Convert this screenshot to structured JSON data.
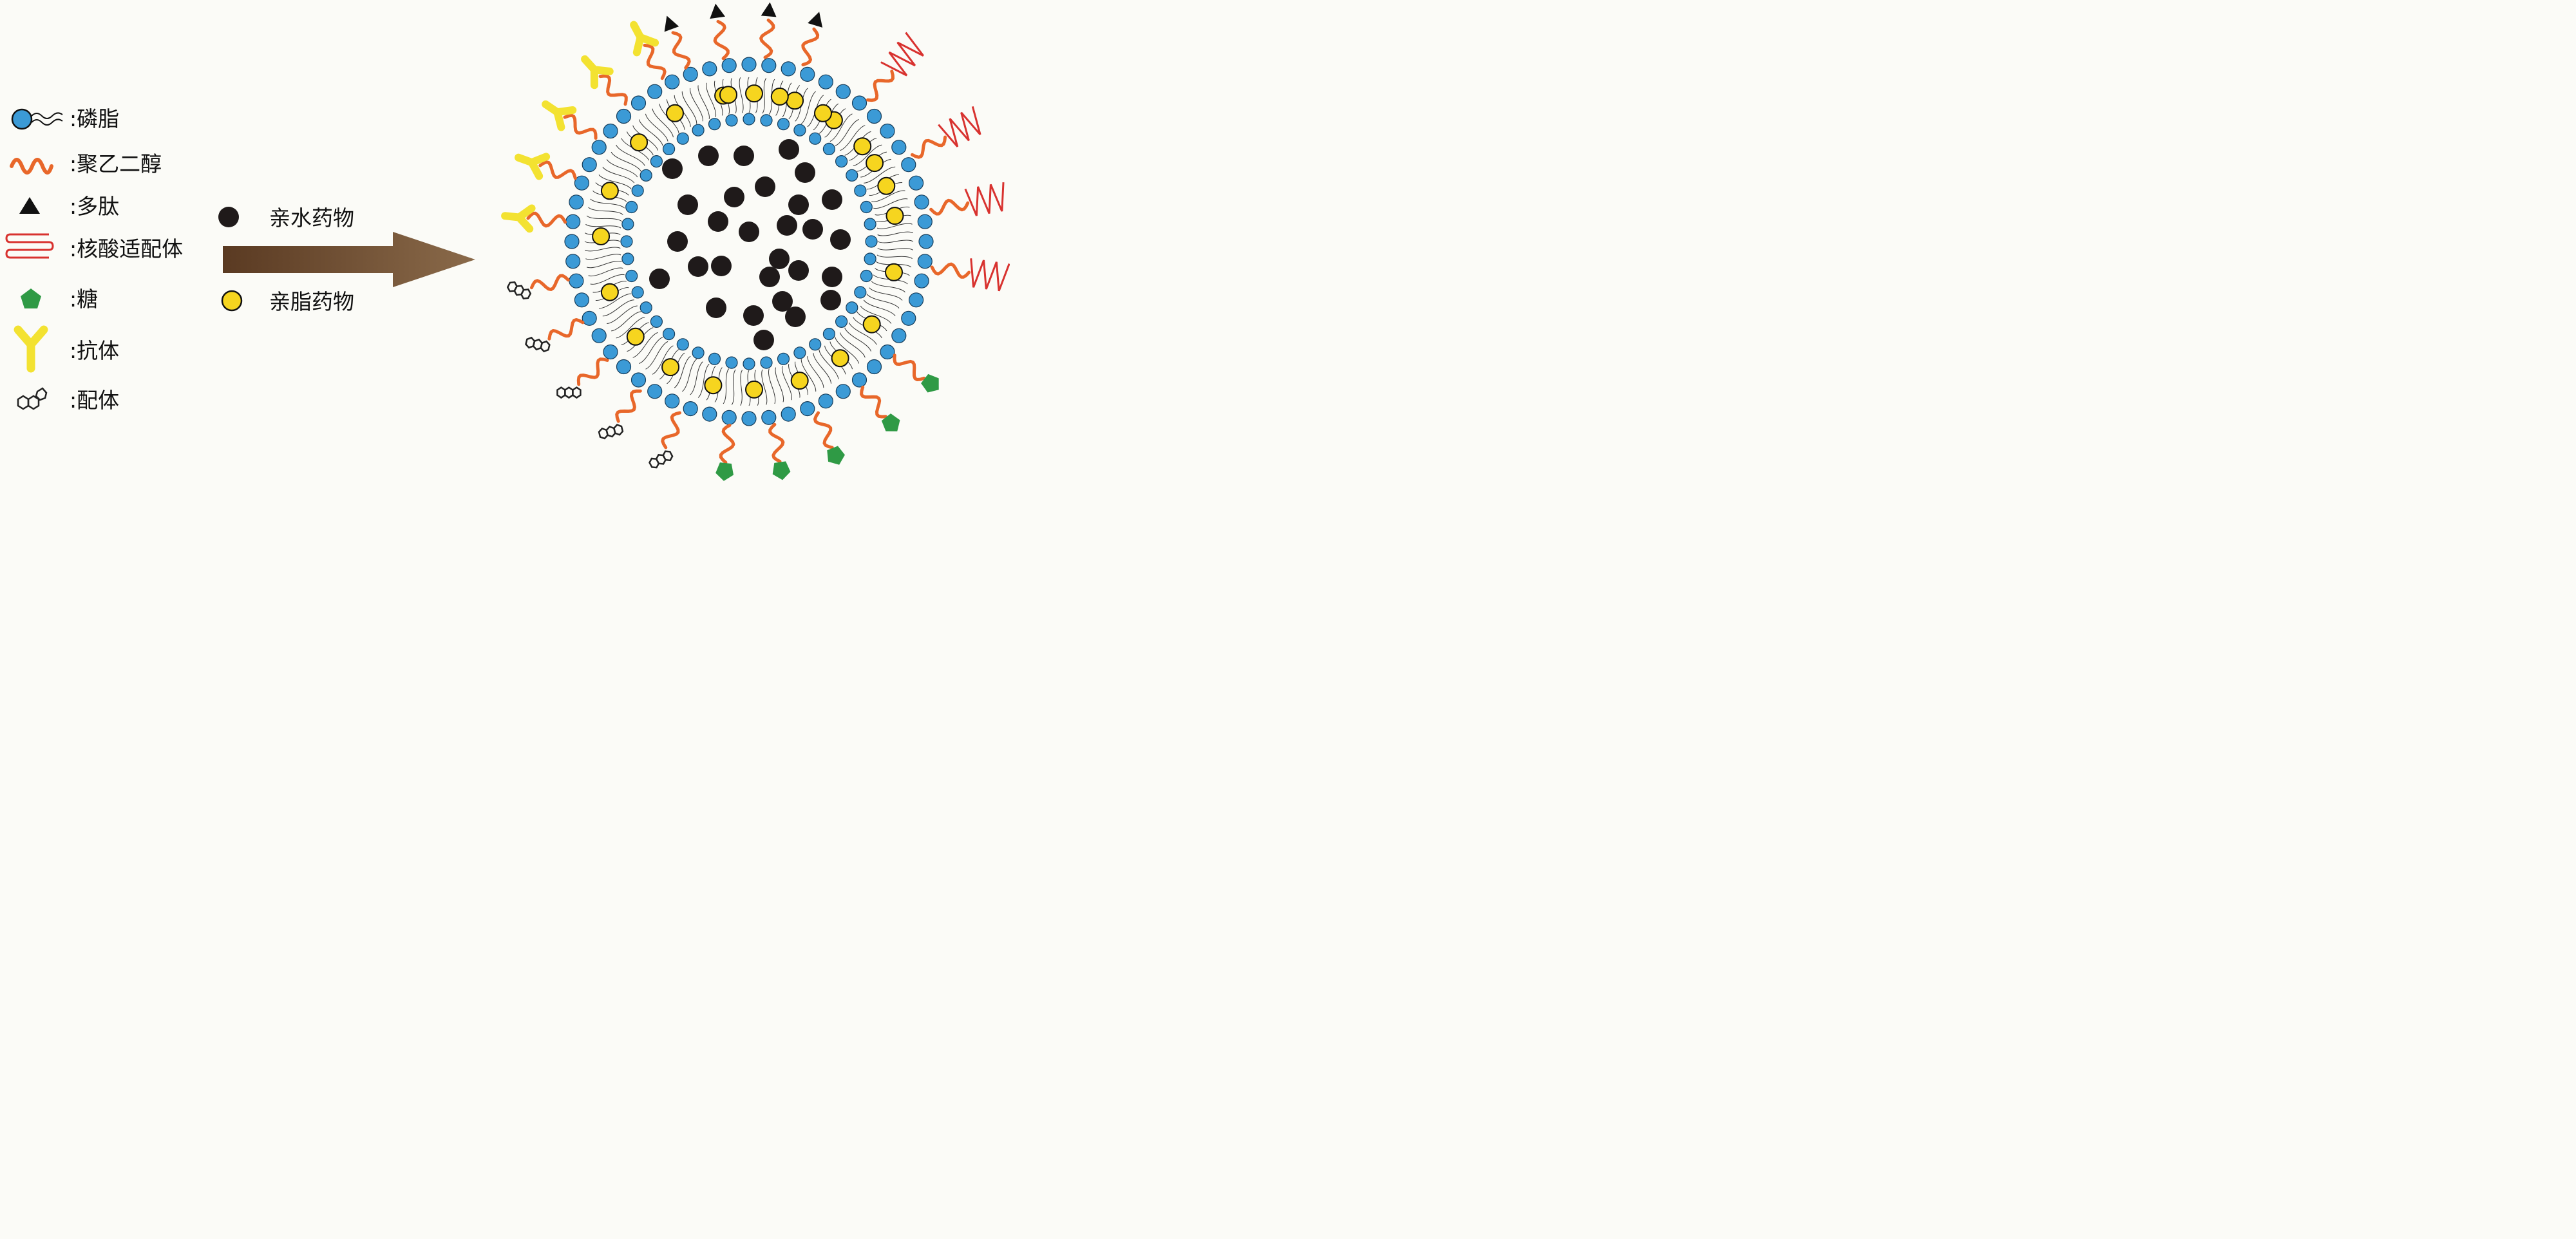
{
  "legend": [
    {
      "id": "phospholipid",
      "text": ":磷脂"
    },
    {
      "id": "peg",
      "text": ":聚乙二醇"
    },
    {
      "id": "peptide",
      "text": ":多肽"
    },
    {
      "id": "aptamer",
      "text": ":核酸适配体"
    },
    {
      "id": "sugar",
      "text": ":糖"
    },
    {
      "id": "antibody",
      "text": ":抗体"
    },
    {
      "id": "ligand",
      "text": ":配体"
    }
  ],
  "drugs": {
    "hydrophilic": "亲水药物",
    "lipophilic": "亲脂药物"
  },
  "colors": {
    "head": "#3b9ad6",
    "peg": "#e8672a",
    "aptamer": "#d8322f",
    "sugar": "#2f9a45",
    "antibody": "#f3e231",
    "lipophilic": "#f6d51f",
    "hydrophilic": "#1f1a1a",
    "arrow": "#7a5a3e"
  }
}
